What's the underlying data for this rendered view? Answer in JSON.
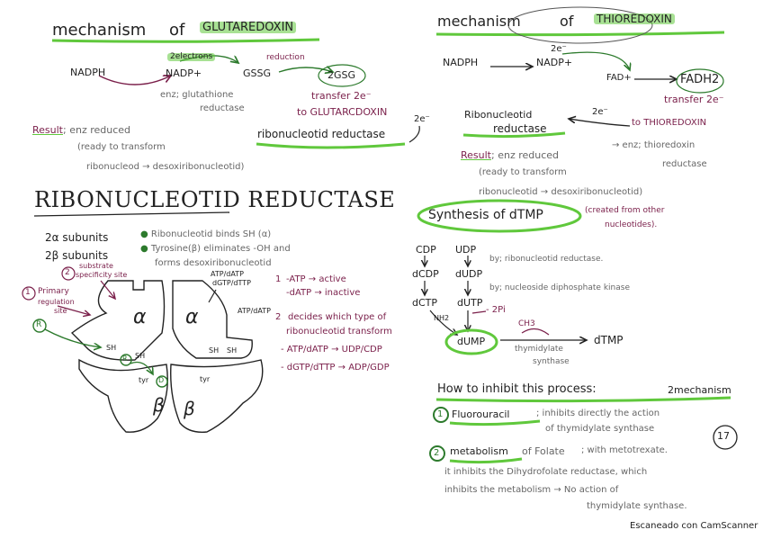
{
  "glutaredoxin": {
    "title_prefix": "mechanism",
    "title_of": "of",
    "title_name": "GLUTAREDOXIN",
    "nadph": "NADPH",
    "two_electrons": "2electrons",
    "nadp_plus": "NADP+",
    "gssg_left": "GSSG",
    "reduction": "reduction",
    "two_gsg": "2GSG",
    "enzyme_1": "enz; glutathione",
    "enzyme_2": "reductase",
    "transfer_1": "transfer 2e⁻",
    "transfer_2": "to GLUTARCDOXIN",
    "rnr": "ribonucleotid reductase",
    "two_e": "2e⁻",
    "result_label": "Result",
    "result_text": "; enz reduced",
    "ready": "(ready to transform",
    "conversion": "ribonucleod → desoxiribonucleotid)"
  },
  "thioredoxin": {
    "title_prefix": "mechanism",
    "title_of": "of",
    "title_name": "THIOREDOXIN",
    "nadph": "NADPH",
    "two_e": "2e⁻",
    "nadp_plus": "NADP+",
    "fad_plus": "FAD+",
    "fadh2": "FADH2",
    "transfer": "transfer 2e⁻",
    "rnr_1": "Ribonucleotid",
    "rnr_2": "reductase",
    "two_e_b": "2e⁻",
    "to_thio": "to THIOREDOXIN",
    "enzyme_1": "→ enz; thioredoxin",
    "enzyme_2": "reductase",
    "result_label": "Result",
    "result_text": "; enz reduced",
    "ready": "(ready to transform",
    "conversion": "ribonucleotid → desoxiribonucleotid)"
  },
  "rnr_section": {
    "title": "RIBONUCLEOTID REDUCTASE",
    "alpha_count": "2α subunits",
    "beta_count": "2β subunits",
    "bullet_1": "Ribonucleotid binds SH (α)",
    "bullet_2a": "Tyrosine(β) eliminates -OH and",
    "bullet_2b": "forms desoxiribonucleotid",
    "label_substrate_num": "2",
    "label_substrate_1": "substrate",
    "label_substrate_2": "specificity site",
    "label_primary_num": "1",
    "label_primary_1": "Primary",
    "label_primary_2": "regulation",
    "label_primary_3": "site",
    "site_atp_1": "ATP/dATP",
    "site_atp_2": "dGTP/dTTP",
    "site_atp_3": "ATP/dATP",
    "alpha_sym": "α",
    "beta_sym": "β",
    "sh": "SH",
    "tyr": "tyr",
    "r": "R",
    "d": "D",
    "note1_num": "1",
    "note1_a": "-ATP → active",
    "note1_b": "-dATP → inactive",
    "note2_num": "2",
    "note2_a": "decides which type of",
    "note2_b": "ribonucleotid transform",
    "note2_c": "- ATP/dATP → UDP/CDP",
    "note2_d": "- dGTP/dTTP → ADP/GDP"
  },
  "dtmp": {
    "title": "Synthesis of dTMP",
    "created": "(created from other",
    "created_2": "nucleotides).",
    "cdp": "CDP",
    "udp": "UDP",
    "dcdp": "dCDP",
    "dudp": "dUDP",
    "dctp": "dCTP",
    "dutp": "dUTP",
    "nh2": "NH2",
    "two_pi": "- 2Pi",
    "dump": "dUMP",
    "ch3": "CH3",
    "dtmp_label": "dTMP",
    "by_rnr": "by; ribonucleotid reductase.",
    "by_ndk": "by; nucleoside diphosphate kinase",
    "thymidylate_1": "thymidylate",
    "thymidylate_2": "synthase"
  },
  "inhibit": {
    "title": "How to inhibit this process:",
    "two_mech": "2mechanism",
    "item1_num": "1",
    "item1_name": "Fluorouracil",
    "item1_text": "; inhibits directly the action",
    "item1_text_2": "of thymidylate synthase",
    "item2_num": "2",
    "item2_name": "metabolism",
    "item2_mid": "of Folate",
    "item2_text": "; with metotrexate.",
    "item2_line2": "it inhibits the Dihydrofolate reductase, which",
    "item2_line3": "inhibits the metabolism → No action of",
    "item2_line4": "thymidylate synthase.",
    "page_number": "17"
  },
  "footer": {
    "scanner": "Escaneado con CamScanner"
  },
  "colors": {
    "highlight": "#60c83c",
    "ink_purple": "#7a1f4a",
    "ink_green": "#2c7a2c",
    "ink_black": "#222222"
  }
}
